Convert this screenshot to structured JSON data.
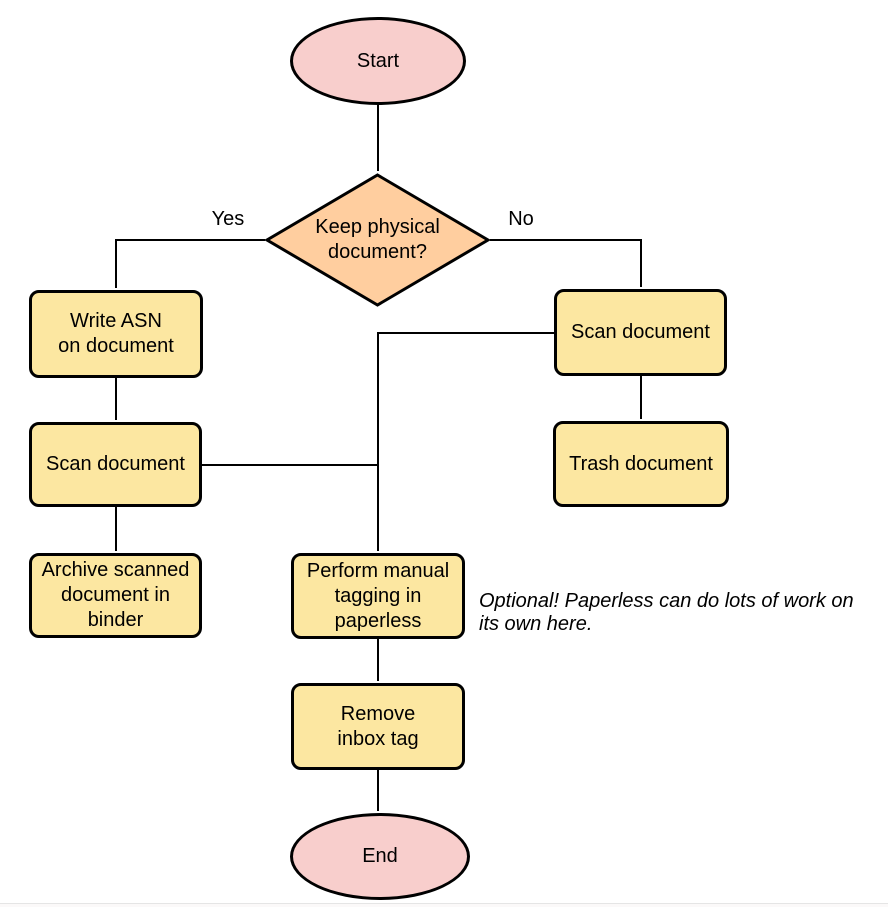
{
  "diagram": {
    "nodes": {
      "start": {
        "label": "Start",
        "type": "terminator"
      },
      "decision": {
        "label": "Keep physical\ndocument?",
        "type": "decision"
      },
      "write_asn": {
        "label": "Write ASN\non document",
        "type": "process"
      },
      "scan_left": {
        "label": "Scan document",
        "type": "process"
      },
      "archive": {
        "label": "Archive scanned\ndocument in\nbinder",
        "type": "process"
      },
      "scan_right": {
        "label": "Scan document",
        "type": "process"
      },
      "trash": {
        "label": "Trash document",
        "type": "process"
      },
      "tagging": {
        "label": "Perform manual\ntagging in\npaperless",
        "type": "process"
      },
      "remove_inbox": {
        "label": "Remove\ninbox tag",
        "type": "process"
      },
      "end": {
        "label": "End",
        "type": "terminator"
      }
    },
    "edge_labels": {
      "yes": "Yes",
      "no": "No"
    },
    "annotation": "Optional! Paperless can do lots of work on\nits own here.",
    "colors": {
      "terminator_fill": "#f8cecc",
      "decision_fill": "#ffce9f",
      "process_fill": "#fce7a1",
      "stroke": "#000000",
      "text": "#000000"
    }
  }
}
